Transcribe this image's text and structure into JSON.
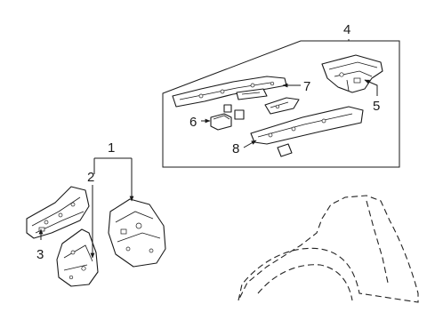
{
  "callouts": {
    "c1": "1",
    "c2": "2",
    "c3": "3",
    "c4": "4",
    "c5": "5",
    "c6": "6",
    "c7": "7",
    "c8": "8"
  },
  "colors": {
    "ink": "#1a1a1a",
    "background": "#ffffff"
  }
}
